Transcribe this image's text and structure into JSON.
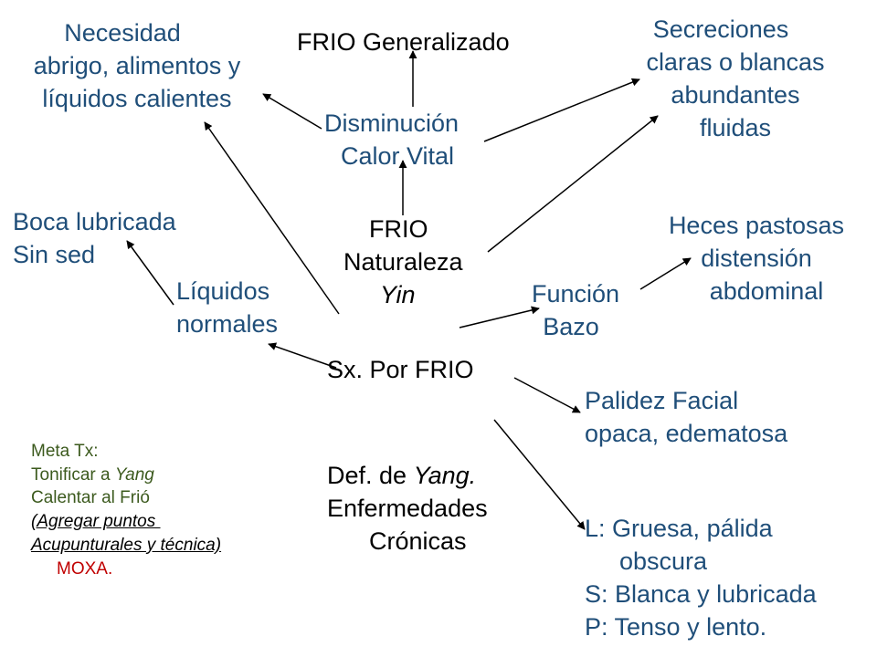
{
  "colors": {
    "blue_text": "#1f4e79",
    "black_text": "#000000",
    "note_text": "#3c5a1e",
    "moxa_text": "#c00000",
    "arrow": "#000000"
  },
  "nodes": {
    "frio_generalizado": "FRIO Generalizado",
    "necesidad": [
      "Necesidad",
      "abrigo, alimentos y",
      "líquidos calientes"
    ],
    "secreciones": [
      "Secreciones",
      "claras o blancas",
      "abundantes",
      "fluidas"
    ],
    "disminucion": [
      "Disminución",
      "Calor Vital"
    ],
    "boca": [
      "Boca lubricada",
      "Sin sed"
    ],
    "frio_naturaleza": {
      "l1": "FRIO",
      "l2": "Naturaleza",
      "l3": "Yin"
    },
    "heces": [
      "Heces pastosas",
      "distensión",
      "abdominal"
    ],
    "liquidos": [
      "Líquidos",
      "normales"
    ],
    "funcion": [
      "Función",
      "Bazo"
    ],
    "sx": "Sx. Por FRIO",
    "palidez": [
      "Palidez Facial",
      "opaca, edematosa"
    ],
    "def_yang": {
      "l1_pre": "Def. de ",
      "l1_em": "Yang.",
      "l2": "Enfermedades",
      "l3": "Crónicas"
    },
    "lengua": [
      "L: Gruesa, pálida",
      "obscura",
      "S: Blanca y lubricada",
      "P: Tenso y lento."
    ]
  },
  "meta_tx": {
    "l1": "Meta Tx:",
    "l2_pre": "Tonificar a ",
    "l2_em": "Yang",
    "l3": "Calentar al Frió",
    "l4": "(Agregar puntos ",
    "l5": "Acupunturales y técnica)",
    "l6": "MOXA."
  }
}
